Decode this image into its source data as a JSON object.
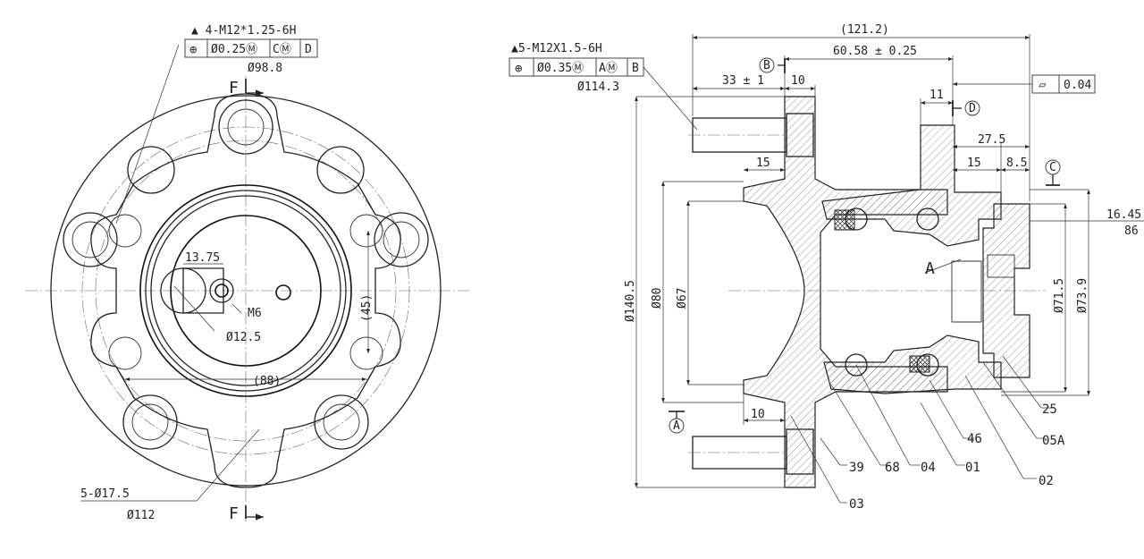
{
  "left_view": {
    "thread_note": "▲ 4-M12*1.25-6H",
    "fcf_symbol": "⊕",
    "fcf_tolerance": "Ø0.25Ⓜ",
    "fcf_datum1": "CⓂ",
    "fcf_datum2": "D",
    "pcd_top": "Ø98.8",
    "section_mark_top": "F",
    "section_mark_bottom": "F",
    "dim_13_75": "13.75",
    "label_m6": "M6",
    "dim_12_5": "Ø12.5",
    "dim_45": "(45)",
    "dim_88": "(88)",
    "holes_note": "5-Ø17.5",
    "pcd_bottom": "Ø112"
  },
  "right_view": {
    "thread_note": "▲5-M12X1.5-6H",
    "fcf_symbol": "⊕",
    "fcf_tolerance": "Ø0.35Ⓜ",
    "fcf_datum1": "AⓂ",
    "fcf_datum2": "B",
    "pcd": "Ø114.3",
    "dim_overall": "(121.2)",
    "dim_60_58": "60.58 ± 0.25",
    "dim_33": "33 ± 1",
    "dim_10_top": "10",
    "dim_11": "11",
    "dim_27_5": "27.5",
    "dim_15_right": "15",
    "dim_8_5": "8.5",
    "dim_15_left": "15",
    "dim_10_bottom": "10",
    "flatness_symbol": "▱",
    "flatness_value": "0.04",
    "datum_a": "A",
    "datum_b": "B",
    "datum_c": "C",
    "datum_d": "D",
    "section_label": "A",
    "dia_140_5": "Ø140.5",
    "dia_80": "Ø80",
    "dia_67": "Ø67",
    "dia_71_5": "Ø71.5",
    "dia_73_9": "Ø73.9",
    "dim_16_45": "16.45",
    "dim_86": "86",
    "parts": [
      "25",
      "46",
      "05A",
      "39",
      "68",
      "04",
      "01",
      "02",
      "03"
    ]
  }
}
